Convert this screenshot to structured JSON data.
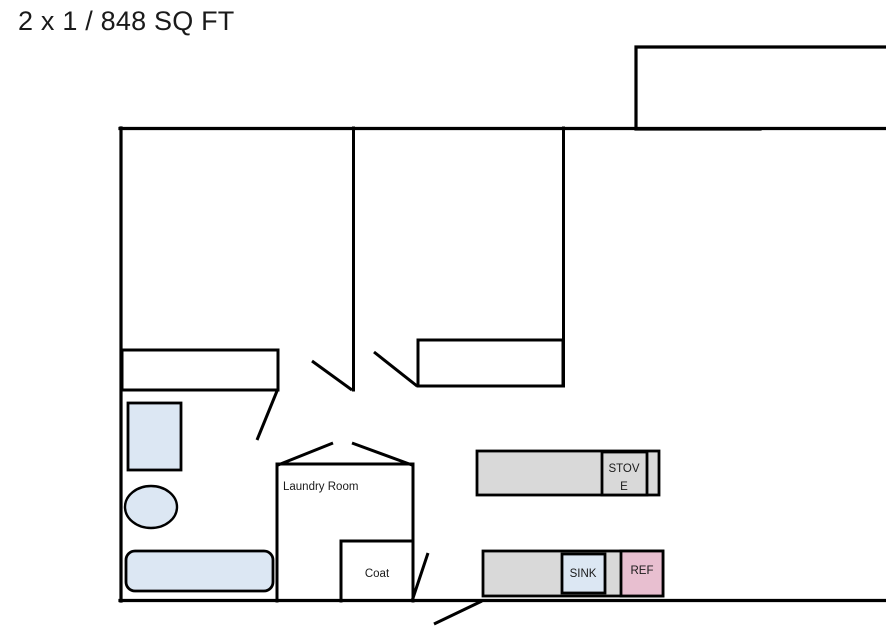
{
  "plan": {
    "title": "2 x 1 / 848 SQ FT",
    "unit_type": "2 bedroom / 1 bathroom",
    "square_feet": 848,
    "bedrooms": 2,
    "bathrooms": 1
  },
  "colors": {
    "wall": "#000000",
    "background": "#ffffff",
    "fixture_blue": "#dce7f3",
    "fixture_pink": "#e8bfd0",
    "counter_gray": "#d9d9d9",
    "text": "#1a1a1a"
  },
  "labels": {
    "laundry_room": "Laundry Room",
    "coat": "Coat",
    "stove_line1": "STOV",
    "stove_line2": "E",
    "sink": "SINK",
    "refrigerator": "REF"
  },
  "rooms": [
    {
      "name": "bedroom-1",
      "label": ""
    },
    {
      "name": "bedroom-2",
      "label": ""
    },
    {
      "name": "living-room",
      "label": ""
    },
    {
      "name": "bathroom",
      "label": ""
    },
    {
      "name": "laundry-room",
      "label": "Laundry Room"
    },
    {
      "name": "coat-closet",
      "label": "Coat"
    },
    {
      "name": "balcony",
      "label": ""
    },
    {
      "name": "kitchen",
      "label": ""
    }
  ],
  "fixtures": [
    {
      "name": "shower",
      "label": "",
      "color": "#dce7f3",
      "shape": "rect"
    },
    {
      "name": "bathroom-sink",
      "label": "",
      "color": "#dce7f3",
      "shape": "ellipse"
    },
    {
      "name": "bathtub",
      "label": "",
      "color": "#dce7f3",
      "shape": "rounded-rect"
    },
    {
      "name": "upper-counter",
      "label": "",
      "color": "#d9d9d9",
      "shape": "rect"
    },
    {
      "name": "stove",
      "label": "STOVE",
      "color": "#d9d9d9",
      "shape": "rect"
    },
    {
      "name": "lower-counter",
      "label": "",
      "color": "#d9d9d9",
      "shape": "rect"
    },
    {
      "name": "kitchen-sink",
      "label": "SINK",
      "color": "#dce7f3",
      "shape": "rect"
    },
    {
      "name": "refrigerator",
      "label": "REF",
      "color": "#e8bfd0",
      "shape": "rect"
    }
  ],
  "closets": [
    {
      "name": "bedroom-1-closet"
    },
    {
      "name": "bedroom-2-closet"
    },
    {
      "name": "coat-closet"
    }
  ],
  "doors": [
    {
      "name": "bedroom-1-door"
    },
    {
      "name": "bedroom-2-door"
    },
    {
      "name": "bathroom-door"
    },
    {
      "name": "laundry-door-left"
    },
    {
      "name": "laundry-door-right"
    },
    {
      "name": "coat-closet-door"
    },
    {
      "name": "entry-door"
    }
  ]
}
